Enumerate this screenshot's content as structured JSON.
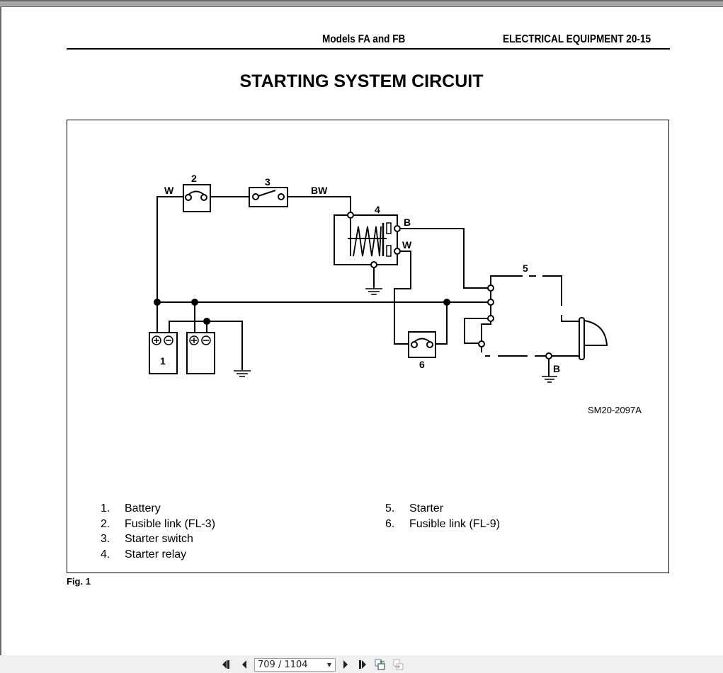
{
  "header": {
    "models": "Models FA and FB",
    "section": "ELECTRICAL EQUIPMENT  20-15"
  },
  "title": "STARTING SYSTEM CIRCUIT",
  "diagram": {
    "figure_code": "SM20-2097A",
    "component_numbers": [
      "1",
      "2",
      "3",
      "4",
      "5",
      "6"
    ],
    "wire_labels": {
      "w_fusible": "W",
      "bw": "BW",
      "relay_b": "B",
      "relay_w": "W",
      "starter_ground_b": "B"
    }
  },
  "legend": [
    {
      "num": "1.",
      "label": "Battery"
    },
    {
      "num": "2.",
      "label": "Fusible link (FL-3)"
    },
    {
      "num": "3.",
      "label": "Starter switch"
    },
    {
      "num": "4.",
      "label": "Starter relay"
    },
    {
      "num": "5.",
      "label": "Starter"
    },
    {
      "num": "6.",
      "label": "Fusible link (FL-9)"
    }
  ],
  "fig_label": "Fig. 1",
  "viewer": {
    "page_indicator": "709 / 1104",
    "buttons": [
      "first-page",
      "previous-page",
      "next-page",
      "last-page",
      "extract-page",
      "insert-page"
    ]
  }
}
